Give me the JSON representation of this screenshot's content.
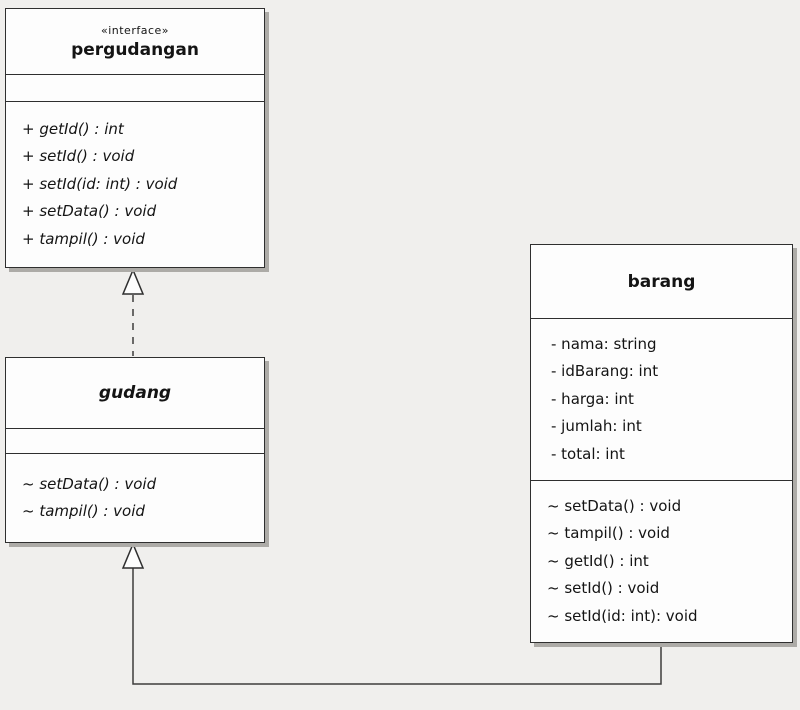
{
  "canvas": {
    "background_color": "#f0efed",
    "box_fill_color": "#fdfdfd",
    "border_color": "#2f2f2f",
    "shadow_color": "#adaba7"
  },
  "classes": {
    "pergudangan": {
      "stereotype": "«interface»",
      "name": "pergudangan",
      "attributes": [],
      "methods": [
        "+ getId() : int",
        "+ setId() : void",
        "+ setId(id: int) : void",
        "+ setData() : void",
        "+ tampil() : void"
      ]
    },
    "gudang": {
      "name": "gudang",
      "attributes": [],
      "methods": [
        "~ setData() : void",
        "~ tampil() : void"
      ]
    },
    "barang": {
      "name": "barang",
      "attributes": [
        "- nama: string",
        "- idBarang: int",
        "- harga: int",
        "- jumlah: int",
        "- total: int"
      ],
      "methods": [
        "~ setData() : void",
        "~ tampil() : void",
        "~ getId() : int",
        "~ setId() : void",
        "~ setId(id: int): void"
      ]
    }
  },
  "relations": [
    {
      "type": "realization",
      "from": "gudang",
      "to": "pergudangan"
    },
    {
      "type": "generalization",
      "from": "barang",
      "to": "gudang"
    }
  ]
}
